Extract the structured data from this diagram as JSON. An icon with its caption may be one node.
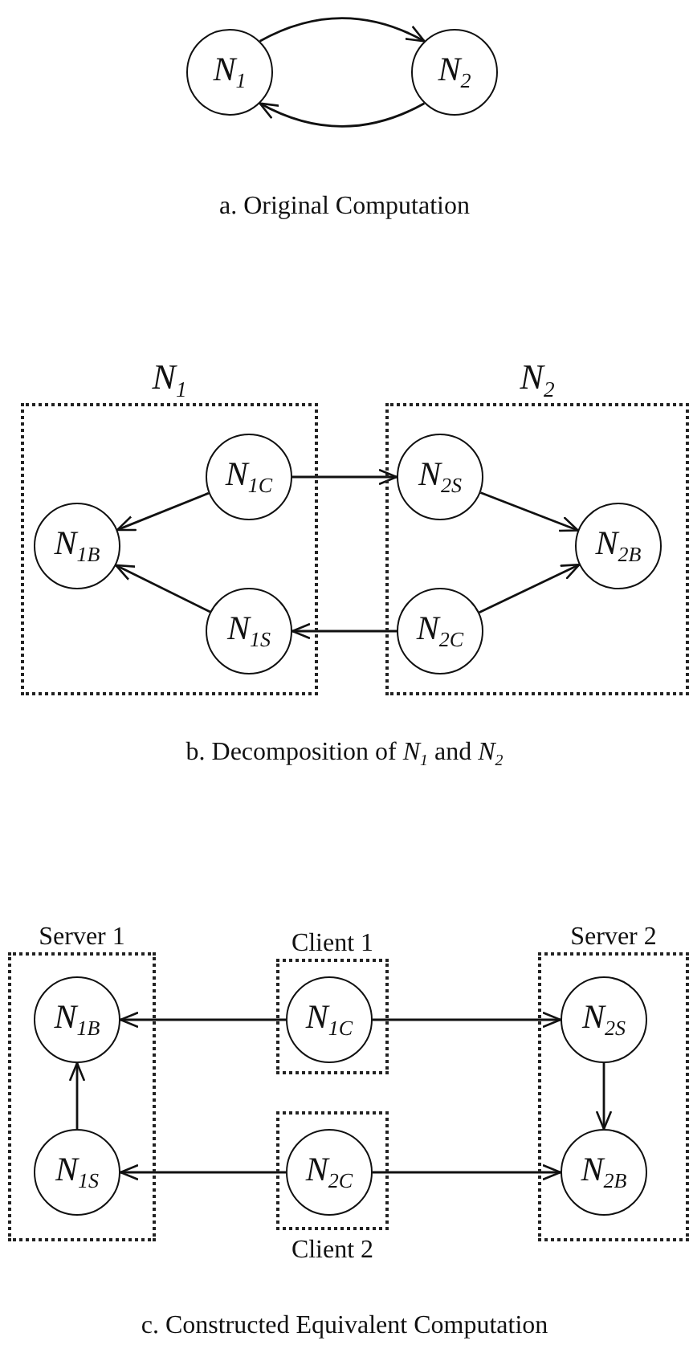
{
  "diagram": {
    "nodes": [
      {
        "text": [
          "*N*$_{1}$"
        ]
      },
      {
        "text": [
          "*N*$_{2}$"
        ]
      },
      {
        "text": [
          "*N*$_{1}$"
        ]
      },
      {
        "text": [
          "*N*$_{1C}$"
        ],
        "in": 2
      },
      {
        "text": [
          "*N*$_{1B}$"
        ],
        "in": 2
      },
      {
        "text": [
          "*N*$_{1S}$"
        ],
        "in": 2
      },
      {
        "text": [
          "*N*$_{2}$"
        ]
      },
      {
        "text": [
          "*N*$_{2S}$"
        ],
        "in": 6
      },
      {
        "text": [
          "*N*$_{2B}$"
        ],
        "in": 6
      },
      {
        "text": [
          "*N*$_{2C}$"
        ],
        "in": 6
      },
      {
        "text": [
          "Server 1"
        ]
      },
      {
        "text": [
          "*N*$_{1B}$"
        ],
        "in": 10
      },
      {
        "text": [
          "*N*$_{1S}$"
        ],
        "in": 10
      },
      {
        "text": [
          "Client 1"
        ]
      },
      {
        "text": [
          "*N*$_{1C}$"
        ],
        "in": 13
      },
      {
        "text": [
          "Server 2"
        ]
      },
      {
        "text": [
          "*N*$_{2S}$"
        ],
        "in": 15
      },
      {
        "text": [
          "*N*$_{2B}$"
        ],
        "in": 15
      },
      {
        "text": [
          "Client 2"
        ]
      },
      {
        "text": [
          "*N*$_{2C}$"
        ],
        "in": 18
      }
    ],
    "edges": [
      {
        "from": 0,
        "to": 1,
        "arrow": "to"
      },
      {
        "from": 1,
        "to": 0,
        "arrow": "to"
      },
      {
        "from": 3,
        "to": 4,
        "arrow": "to"
      },
      {
        "from": 5,
        "to": 4,
        "arrow": "to"
      },
      {
        "from": 3,
        "to": 7,
        "arrow": "to"
      },
      {
        "from": 7,
        "to": 8,
        "arrow": "to"
      },
      {
        "from": 9,
        "to": 8,
        "arrow": "to"
      },
      {
        "from": 9,
        "to": 5,
        "arrow": "to"
      },
      {
        "from": 14,
        "to": 11,
        "arrow": "to"
      },
      {
        "from": 14,
        "to": 16,
        "arrow": "to"
      },
      {
        "from": 12,
        "to": 11,
        "arrow": "to"
      },
      {
        "from": 16,
        "to": 17,
        "arrow": "to"
      },
      {
        "from": 19,
        "to": 12,
        "arrow": "to"
      },
      {
        "from": 19,
        "to": 17,
        "arrow": "to"
      }
    ],
    "labels": [
      "a. Original Computation",
      "b. Decomposition of *N*$_{1}$ and *N*$_{2}$",
      "c. Constructed Equivalent Computation"
    ]
  }
}
